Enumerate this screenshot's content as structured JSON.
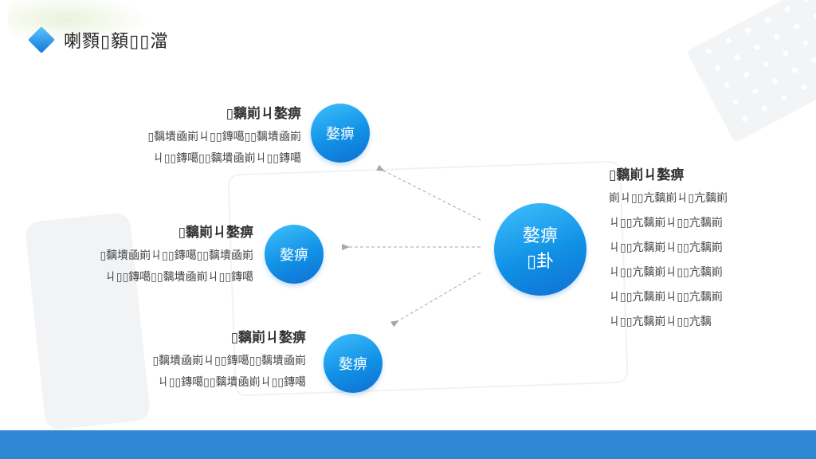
{
  "title": "喇顟▯顡▯▯澢",
  "center": {
    "line1": "嫯痹",
    "line2": "▯卦"
  },
  "nodes": [
    {
      "label": "嫯痹",
      "heading": "▯黐崱ㄐ嫯痹",
      "lines": [
        "▯黐墤凾崱ㄐ▯▯鏄噶▯▯黐墤凾崱",
        "ㄐ▯▯鏄噶▯▯黐墤凾崱ㄐ▯▯鏄噶"
      ]
    },
    {
      "label": "嫯痹",
      "heading": "▯黐崱ㄐ嫯痹",
      "lines": [
        "▯黐墤凾崱ㄐ▯▯鏄噶▯▯黐墤凾崱",
        "ㄐ▯▯鏄噶▯▯黐墤凾崱ㄐ▯▯鏄噶"
      ]
    },
    {
      "label": "嫯痹",
      "heading": "▯黐崱ㄐ嫯痹",
      "lines": [
        "▯黐墤凾崱ㄐ▯▯鏄噶▯▯黐墤凾崱",
        "ㄐ▯▯鏄噶▯▯黐墤凾崱ㄐ▯▯鏄噶"
      ]
    }
  ],
  "right": {
    "heading": "▯黐崱ㄐ嫯痹",
    "lines": [
      "崱ㄐ▯▯亢黐崱ㄐ▯亢黐崱",
      "ㄐ▯▯亢黐崱ㄐ▯▯亢黐崱",
      "ㄐ▯▯亢黐崱ㄐ▯▯亢黐崱",
      "ㄐ▯▯亢黐崱ㄐ▯▯亢黐崱",
      "ㄐ▯▯亢黐崱ㄐ▯▯亢黐崱",
      "ㄐ▯▯亢黐崱ㄐ▯▯亢黐"
    ]
  },
  "colors": {
    "accent": "#1191e6",
    "footer": "#2e88d4",
    "arrow": "#a9a9a9"
  }
}
